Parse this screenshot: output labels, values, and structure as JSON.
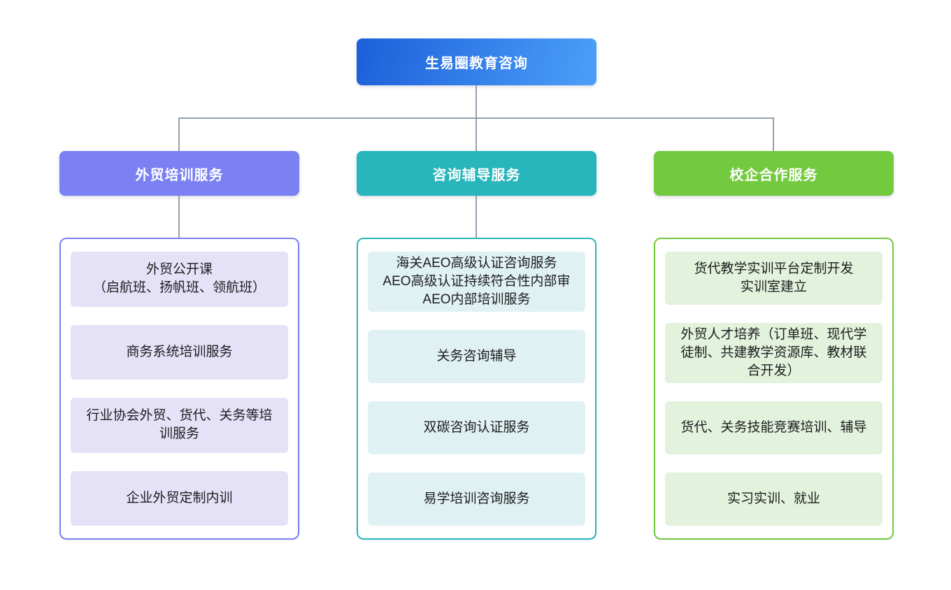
{
  "root": {
    "label": "生易圈教育咨询",
    "color_left": "#1C60DA",
    "color_right": "#4C9FF8"
  },
  "connector_color": "#94A0AD",
  "branches": [
    {
      "id": "foreign-trade-training",
      "label": "外贸培训服务",
      "color": "#7B80F2",
      "item_bg": "#E5E2F8",
      "items": [
        "外贸公开课\n（启航班、扬帆班、领航班）",
        "商务系统培训服务",
        "行业协会外贸、货代、关务等培\n训服务",
        "企业外贸定制内训"
      ]
    },
    {
      "id": "consulting-coaching",
      "label": "咨询辅导服务",
      "color": "#28B5BB",
      "item_bg": "#E0F1F3",
      "items": [
        "海关AEO高级认证咨询服务\nAEO高级认证持续符合性内部审\nAEO内部培训服务",
        "关务咨询辅导",
        "双碳咨询认证服务",
        "易学培训咨询服务"
      ]
    },
    {
      "id": "school-enterprise-cooperation",
      "label": "校企合作服务",
      "color": "#74CA3F",
      "item_bg": "#E2F2DC",
      "items": [
        "货代教学实训平台定制开发\n实训室建立",
        "外贸人才培养（订单班、现代学\n徒制、共建教学资源库、教材联\n合开发）",
        "货代、关务技能竞赛培训、辅导",
        "实习实训、就业"
      ]
    }
  ]
}
